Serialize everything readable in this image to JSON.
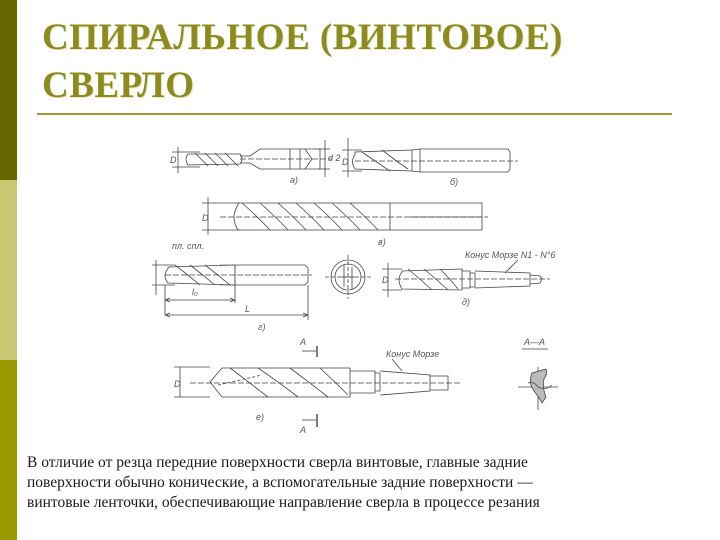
{
  "slide": {
    "title_lines": [
      "СПИРАЛЬНОЕ (ВИНТОВОЕ)",
      "СВЕРЛО"
    ],
    "colors": {
      "title": "#8c8c1e",
      "rule": "#9c9c32",
      "bar_top": "#666600",
      "bar_middle": "#c8c873",
      "bar_bottom": "#999900",
      "text": "#1a1a1a"
    }
  },
  "figure": {
    "labels": {
      "a": "а)",
      "b": "б)",
      "v": "в)",
      "g": "г)",
      "d": "д)",
      "e": "е)",
      "D": "D",
      "d2": "d 2",
      "solder": "пл. спл.",
      "l0": "l₀",
      "L": "L",
      "morse_range": "Конус Морзе N1 - N°6",
      "morse": "Конус Морзе",
      "A": "A",
      "section": "A—A"
    }
  },
  "body": {
    "lines": [
      "В отличие от резца передние поверхности сверла винтовые, главные задние",
      "поверхности обычно конические, а вспомогательные задние поверхности —",
      "винтовые ленточки, обеспечивающие направление сверла в процессе резания"
    ]
  }
}
